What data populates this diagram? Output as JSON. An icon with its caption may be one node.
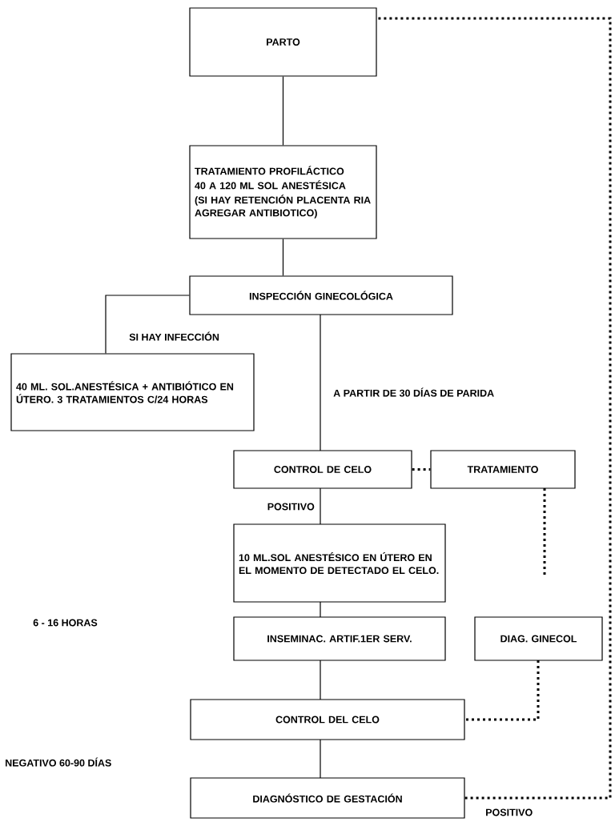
{
  "diagram": {
    "nodes": [
      {
        "text": [
          "PARTO"
        ]
      },
      {
        "text": [
          "TRATAMIENTO PROFILÁCTICO",
          "40 A 120 ML SOL ANESTÉSICA",
          "(SI HAY RETENCIÓN PLACENTA RIA AGREGAR ANTIBIOTICO)"
        ]
      },
      {
        "text": [
          "INSPECCIÓN GINECOLÓGICA"
        ]
      },
      {
        "text": [
          "40 ML. SOL.ANESTÉSICA + ANTIBIÓTICO EN ÚTERO. 3 TRATAMIENTOS C/24 HORAS"
        ]
      },
      {
        "text": [
          "CONTROL DE CELO"
        ]
      },
      {
        "text": [
          "TRATAMIENTO"
        ]
      },
      {
        "text": [
          "10 ML.SOL ANESTÉSICO EN ÚTERO EN EL MOMENTO DE DETECTADO EL CELO."
        ]
      },
      {
        "text": [
          "INSEMINAC. ARTIF.1ER SERV."
        ]
      },
      {
        "text": [
          "DIAG. GINECOL"
        ]
      },
      {
        "text": [
          "CONTROL DEL CELO"
        ]
      },
      {
        "text": [
          "DIAGNÓSTICO DE GESTACIÓN"
        ]
      }
    ],
    "edges": [
      {
        "from": 0,
        "to": 1,
        "arrow": "none"
      },
      {
        "from": 1,
        "to": 2,
        "arrow": "none"
      },
      {
        "from": 2,
        "to": 3,
        "arrow": "none",
        "label": "SI HAY INFECCIÓN"
      },
      {
        "from": 2,
        "to": 4,
        "arrow": "none",
        "label": "A PARTIR DE 30 DÍAS DE PARIDA"
      },
      {
        "from": 4,
        "to": 5,
        "arrow": "none",
        "style": "dashed"
      },
      {
        "from": 4,
        "to": 6,
        "arrow": "none",
        "label": "POSITIVO"
      },
      {
        "from": 6,
        "to": 7,
        "arrow": "none"
      },
      {
        "from": 7,
        "to": 9,
        "arrow": "none"
      },
      {
        "from": 9,
        "to": 10,
        "arrow": "none"
      },
      {
        "from": 5,
        "to": null,
        "arrow": "none",
        "style": "dashed"
      },
      {
        "from": 8,
        "to": 9,
        "arrow": "none",
        "style": "dashed"
      },
      {
        "from": 10,
        "to": 0,
        "arrow": "none",
        "style": "dashed",
        "label": "POSITIVO"
      }
    ],
    "labels": [
      "6 - 16 HORAS",
      "NEGATIVO 60-90 DÍAS"
    ]
  }
}
